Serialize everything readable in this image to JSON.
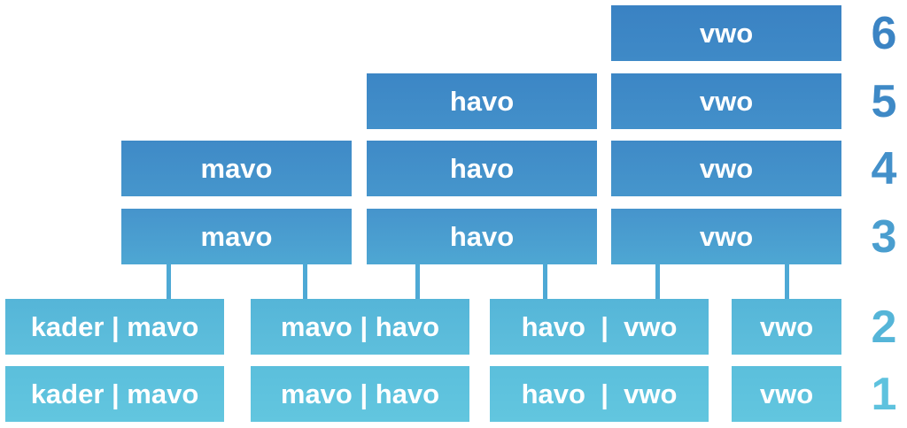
{
  "years": {
    "y6": "6",
    "y5": "5",
    "y4": "4",
    "y3": "3",
    "y2": "2",
    "y1": "1"
  },
  "row6": {
    "vwo": "vwo"
  },
  "row5": {
    "havo": "havo",
    "vwo": "vwo"
  },
  "row4": {
    "mavo": "mavo",
    "havo": "havo",
    "vwo": "vwo"
  },
  "row3": {
    "mavo": "mavo",
    "havo": "havo",
    "vwo": "vwo"
  },
  "row2": [
    "kader | mavo",
    "mavo | havo",
    "havo  |  vwo",
    "vwo"
  ],
  "row1": [
    "kader | mavo",
    "mavo | havo",
    "havo  |  vwo",
    "vwo"
  ]
}
